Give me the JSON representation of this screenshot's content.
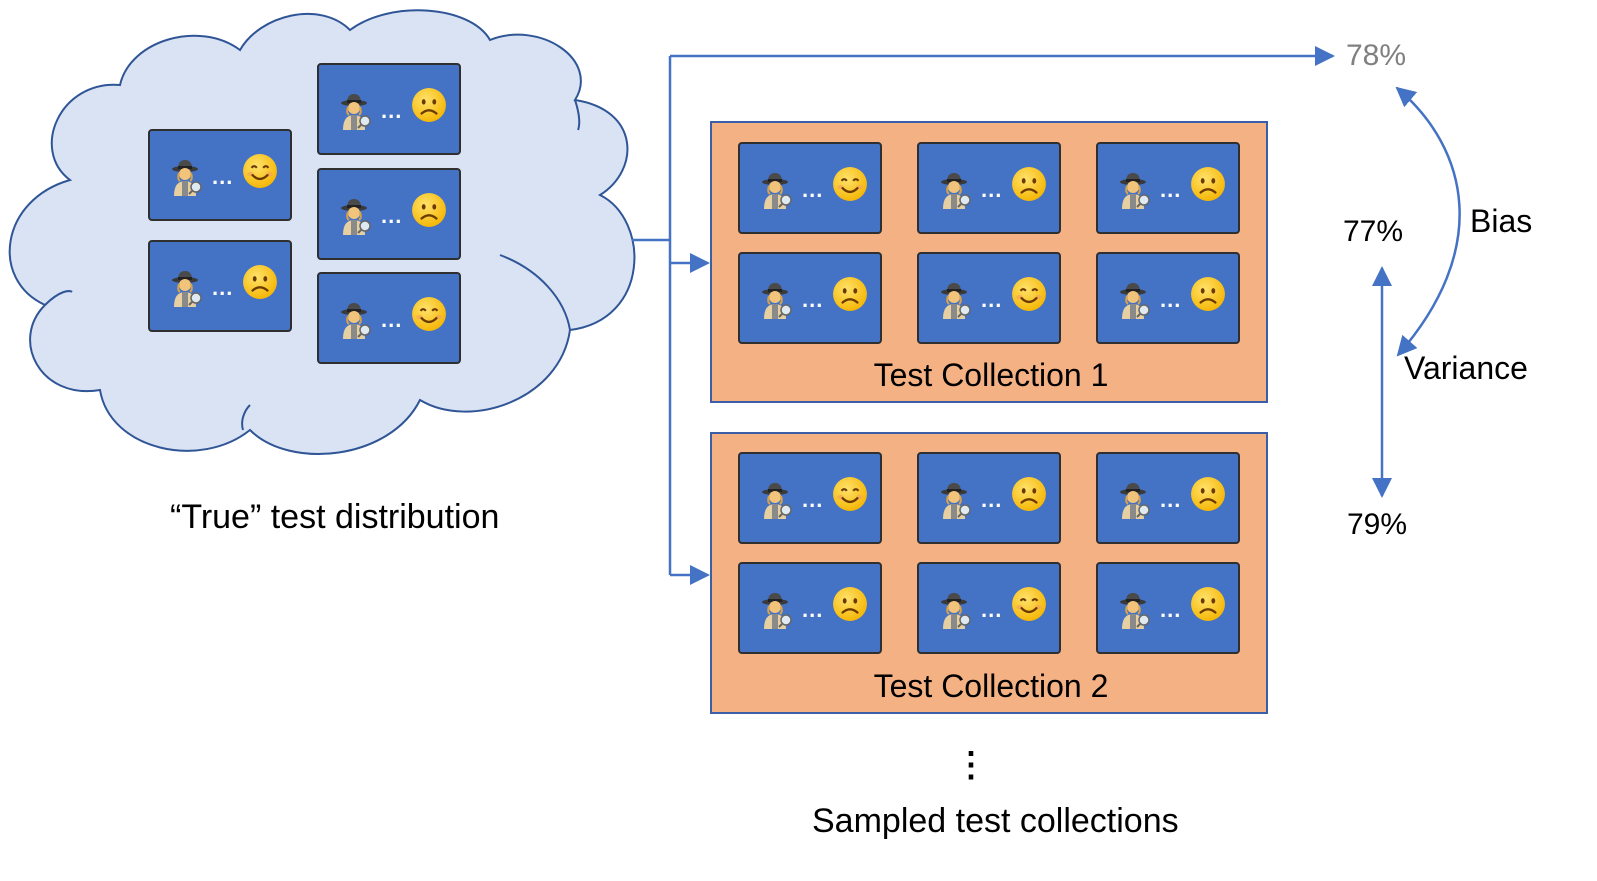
{
  "cloud": {
    "label": "“True” test distribution",
    "cards": [
      "happy",
      "sad",
      "sad",
      "sad",
      "happy"
    ]
  },
  "card": {
    "dots": "..."
  },
  "collections": [
    {
      "label": "Test Collection 1",
      "cards": [
        "happy",
        "sad",
        "sad",
        "sad",
        "happy",
        "sad"
      ]
    },
    {
      "label": "Test Collection 2",
      "cards": [
        "happy",
        "sad",
        "sad",
        "sad",
        "happy",
        "sad"
      ]
    }
  ],
  "results": {
    "true_value": "78%",
    "collection_1_value": "77%",
    "collection_2_value": "79%",
    "bias_label": "Bias",
    "variance_label": "Variance"
  },
  "more_indicator": "⋮",
  "footer_label": "Sampled test collections",
  "icons": {
    "person": "detective-woman-icon",
    "happy": "smiling-face-icon",
    "sad": "frowning-face-icon"
  },
  "colors": {
    "cloud_fill": "#DAE3F3",
    "cloud_stroke": "#2F5597",
    "card_fill": "#4472C4",
    "collection_fill": "#F4B183",
    "arrow": "#4472C4",
    "muted_text": "#808080"
  }
}
